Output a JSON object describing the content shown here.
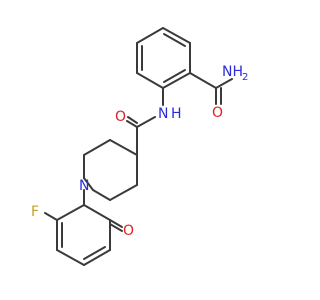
{
  "molecule": {
    "atoms": [
      {
        "id": "N_amide_top",
        "label": "NH2",
        "sub": "2",
        "main": "NH",
        "color": "#2b2bd9"
      },
      {
        "id": "O_amide_top",
        "label": "O",
        "color": "#e02020"
      },
      {
        "id": "N_link",
        "label": "N",
        "sub2": "H",
        "color": "#2b2bd9"
      },
      {
        "id": "O_link",
        "label": "O",
        "color": "#e02020"
      },
      {
        "id": "N_pip",
        "label": "N",
        "color": "#2b2bd9"
      },
      {
        "id": "O_bottom",
        "label": "O",
        "color": "#e02020"
      },
      {
        "id": "F",
        "label": "F",
        "color": "#c8a020"
      }
    ],
    "bond_color": "#3a3a3a"
  }
}
